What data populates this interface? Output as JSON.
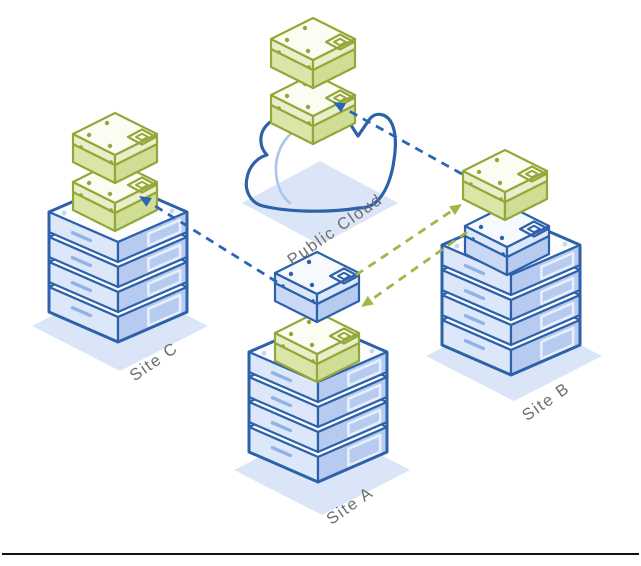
{
  "diagram": {
    "type": "isometric-network-replication-diagram",
    "nodes": {
      "public_cloud": {
        "label": "Public Cloud",
        "kind": "cloud",
        "units": 0,
        "cartridges": [
          "green",
          "green"
        ]
      },
      "site_a": {
        "label": "Site A",
        "kind": "server-stack",
        "units": 4,
        "cartridges": [
          "green",
          "blue"
        ]
      },
      "site_b": {
        "label": "Site B",
        "kind": "server-stack",
        "units": 4,
        "cartridges": [
          "blue",
          "green"
        ]
      },
      "site_c": {
        "label": "Site C",
        "kind": "server-stack",
        "units": 4,
        "cartridges": [
          "green",
          "green"
        ]
      }
    },
    "arrows": [
      {
        "id": "site-a-to-site-c",
        "from": "site_a",
        "to": "site_c",
        "style": "dashed",
        "color_role": "blue"
      },
      {
        "id": "site-b-to-public-cloud",
        "from": "site_b",
        "to": "public_cloud",
        "style": "dashed",
        "color_role": "blue"
      },
      {
        "id": "site-a-to-site-b",
        "from": "site_a",
        "to": "site_b",
        "style": "dashed",
        "color_role": "green"
      },
      {
        "id": "site-b-to-site-a",
        "from": "site_b",
        "to": "site_a",
        "style": "dashed",
        "color_role": "green"
      }
    ]
  },
  "palette": {
    "background": "#ffffff",
    "blue_outline": "#2d61aa",
    "blue_dash": "#2b66b5",
    "green_outline": "#93a838",
    "green_dash": "#a3b545",
    "stack_top": "#fbfdff",
    "stack_left": "#dce7f9",
    "stack_right": "#b7cbf1",
    "stack_vent": "#8fb3e6",
    "stack_door": "#e8effc",
    "stack_dot": "#c6d6f3",
    "green_top": "#fbfdf2",
    "green_lid": "#e9efcb",
    "green_base_left": "#dbe5a8",
    "green_base_right": "#cfdd95",
    "blue_top": "#f6f9fe",
    "blue_lid": "#dce7f9",
    "blue_base_left": "#c9d9f5",
    "blue_base_right": "#b5cbf0",
    "shadow": "#dbe5f8",
    "cloud_inner": "#aac6ec",
    "label_gray": "#6e6e6e",
    "rule": "#111111"
  }
}
